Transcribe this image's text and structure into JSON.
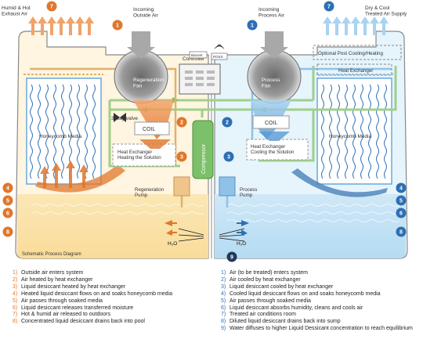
{
  "top": {
    "left_exhaust": "Humid & Hot\nExhaust Air",
    "incoming_outside": "Incoming\nOutside Air",
    "controller": "Controller",
    "incoming_process": "Incoming\nProcess Air",
    "right_supply": "Dry & Cool\nTreated Air Supply"
  },
  "controller_tags": [
    "Bacnet",
    "RO4S"
  ],
  "labels": {
    "regen_fan": "Regeneration\nFan",
    "process_fan": "Process\nFan",
    "three_way": "3 way valve",
    "coil_left": "COIL",
    "coil_right": "COIL",
    "hx_left": "Heat Exchanger\nHeating the Solution",
    "hx_right": "Heat Exchanger\nCooling the Solution",
    "hx_top": "Heat Exchanger",
    "optional": "Optional Post Cooling/Heating",
    "compressor": "Compressor",
    "honeycomb_left": "Honeycomb Media",
    "honeycomb_right": "Honeycomb Media",
    "regen_pump": "Regeneration\nPump",
    "process_pump": "Process\nPump",
    "h2o_left": "H₂O",
    "h2o_right": "H₂O",
    "schematic": "Schematic Process Diagram"
  },
  "colors": {
    "orange": "#e0772c",
    "blue": "#2d6fb5",
    "green": "#8cc56b",
    "warm_bg": "#fdf0d2",
    "cool_bg": "#dff0fa"
  },
  "legend_left": [
    {
      "n": "1)",
      "text": "Outside air enters system"
    },
    {
      "n": "2)",
      "text": "Air heated by heat exchanger"
    },
    {
      "n": "3)",
      "text": "Liquid desiccant heated by heat exchanger"
    },
    {
      "n": "4)",
      "text": "Heated liquid desiccant flows on and soaks honeycomb media"
    },
    {
      "n": "5)",
      "text": "Air passes through soaked media"
    },
    {
      "n": "6)",
      "text": "Liquid desiccant releases transferred moisture"
    },
    {
      "n": "7)",
      "text": "Hot & humid air released to outdoors"
    },
    {
      "n": "8)",
      "text": "Concentrated liquid desiccant drains back into pool"
    }
  ],
  "legend_right": [
    {
      "n": "1)",
      "text": "Air (to be treated) enters system"
    },
    {
      "n": "2)",
      "text": "Air cooled by heat exchanger"
    },
    {
      "n": "3)",
      "text": "Liquid desiccant cooled by heat exchanger"
    },
    {
      "n": "4)",
      "text": "Cooled liquid desiccant flows on and soaks honeycomb media"
    },
    {
      "n": "5)",
      "text": "Air passes through soaked media"
    },
    {
      "n": "6)",
      "text": "Liquid desiccant absorbs humidity, cleans and cools air"
    },
    {
      "n": "7)",
      "text": "Treated air conditions room"
    },
    {
      "n": "8)",
      "text": "Diluted liquid desiccant drains back into sump"
    },
    {
      "n": "9)",
      "text": "Water diffuses to higher Liquid Dessicant concentration to reach equilibrium"
    }
  ],
  "badges": {
    "orange": [
      {
        "n": "1"
      },
      {
        "n": "2"
      },
      {
        "n": "3"
      },
      {
        "n": "4"
      },
      {
        "n": "5"
      },
      {
        "n": "6"
      },
      {
        "n": "7"
      },
      {
        "n": "8"
      }
    ],
    "blue": [
      {
        "n": "1"
      },
      {
        "n": "2"
      },
      {
        "n": "3"
      },
      {
        "n": "4"
      },
      {
        "n": "5"
      },
      {
        "n": "6"
      },
      {
        "n": "7"
      },
      {
        "n": "8"
      }
    ],
    "dark": [
      {
        "n": "9"
      }
    ]
  }
}
